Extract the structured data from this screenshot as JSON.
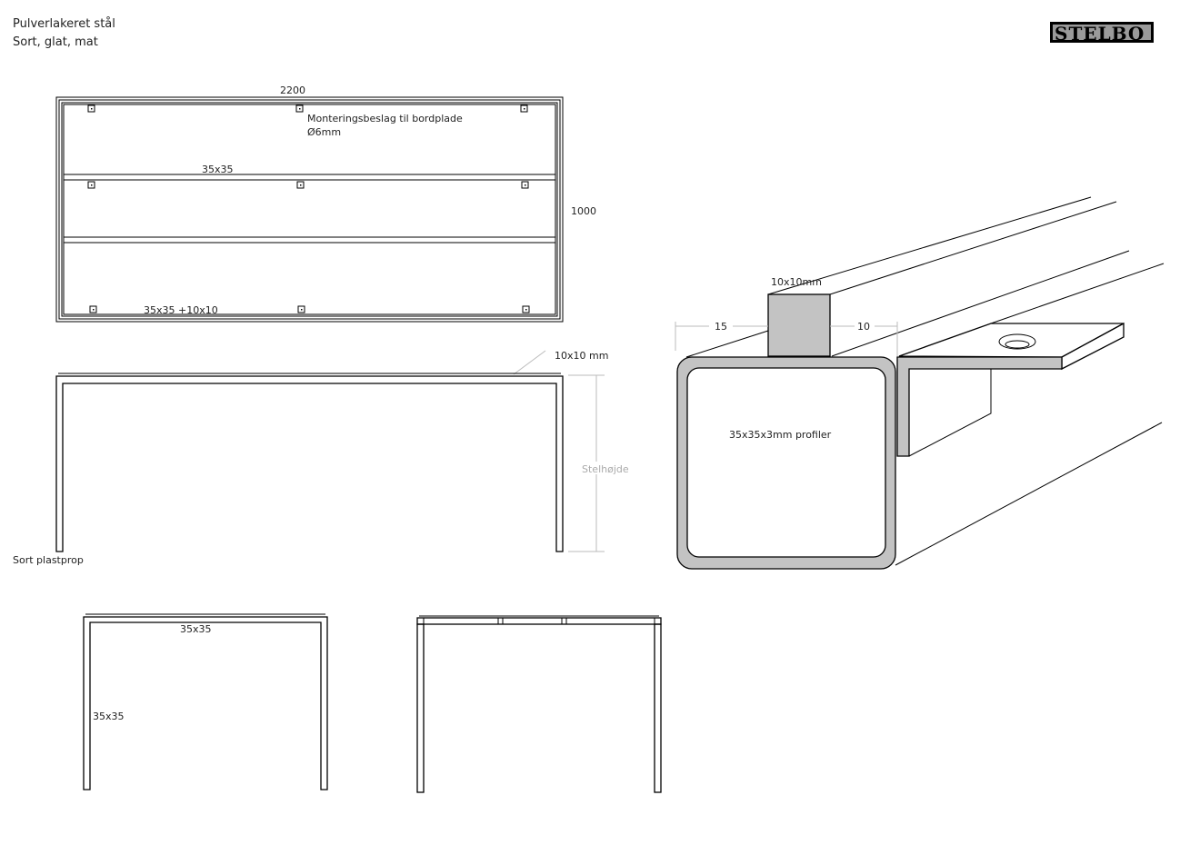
{
  "header": {
    "line1": "Pulverlakeret stål",
    "line2": "Sort, glat, mat"
  },
  "logo": {
    "text": "STELBO"
  },
  "top_view": {
    "width_label": "2200",
    "depth_label": "1000",
    "bracket_note": "Monteringsbeslag til bordplade",
    "bracket_hole": "Ø6mm",
    "crossbar_label": "35x35",
    "bottom_rail_label": "35x35 +10x10"
  },
  "side_view": {
    "strip_label": "10x10 mm",
    "height_label": "Stelhøjde",
    "foot_label": "Sort plastprop"
  },
  "end_view": {
    "top_label": "35x35",
    "leg_label": "35x35"
  },
  "detail": {
    "strip_label": "10x10mm",
    "left_offset": "15",
    "right_offset": "10",
    "profile_label": "35x35x3mm profiler"
  }
}
